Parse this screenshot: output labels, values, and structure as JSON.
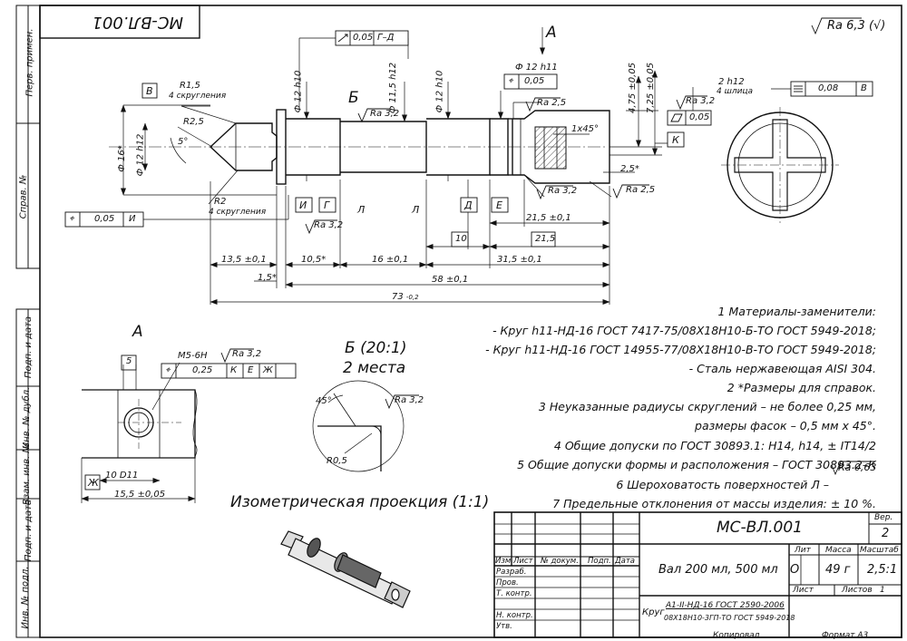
{
  "designation": "МС-ВЛ.001",
  "designation_rotated": "МС-ВЛ.001",
  "roughness_general": "Ra 6,3",
  "roughness_general_check": "(√)",
  "side_labels": [
    "Перв. примен.",
    "Справ. №",
    "Подп. и дата",
    "Инв. № дубл.",
    "Взам. инв. №",
    "Подп. и дата",
    "Инв. № подл."
  ],
  "views": {
    "section_a_arrow": "А",
    "detail_b_mark": "Б",
    "view_a_title": "А",
    "detail_b_title": "Б (20:1)",
    "detail_b_subtitle": "2 места",
    "isometric_title": "Изометрическая проекция (1:1)"
  },
  "dimensions": {
    "d_13_5": "13,5 ±0,1",
    "d_10_5": "10,5*",
    "d_16": "16 ±0,1",
    "d_31_5": "31,5 ±0,1",
    "d_58": "58 ±0,1",
    "d_73": "73",
    "d_73_tol": "-0,2",
    "d_1_5": "1,5*",
    "d_21_5_tol": "21,5 ±0,1",
    "d_21_5": "21,5",
    "d_10": "10",
    "d_phi16": "Ф 16*",
    "d_phi12_left": "Ф 12 h12",
    "d_phi12_h10_a": "Ф 12 h10",
    "d_phi11_5": "Ф 11,5 h12",
    "d_phi12_h10_b": "Ф 12 h10",
    "d_phi12_h11": "Ф 12 h11",
    "d_4_75": "4,75 ±0,05",
    "d_7_25": "7,25 ±0,05",
    "d_1x45": "1x45°",
    "d_2_5": "2,5*",
    "d_2h12": "2 h12",
    "d_4_slots": "4 шлица",
    "r1_5": "R1,5",
    "r1_5_note": "4 скругления",
    "r2_5": "R2,5",
    "r2": "R2",
    "r2_note": "4 скругления",
    "angle_5": "5°",
    "a_m5": "M5-6H",
    "a_5": "5",
    "a_10d11": "10 D11",
    "a_15_5": "15,5 ±0,05",
    "b_45": "45°",
    "b_r05": "R0,5"
  },
  "roughness": {
    "ra32": "Ra 3,2",
    "ra25": "Ra 2,5",
    "ra063": "Ra 0,63"
  },
  "frames": {
    "f_runout": "0,05",
    "f_runout_base": "Г–Д",
    "f_pos_b": "0,05",
    "f_pos_i": "0,05",
    "f_pos_i_base": "И",
    "f_sym": "0,08",
    "f_sym_base": "В",
    "f_par": "0,05",
    "f_pos_a": "0,25",
    "f_pos_a_bases": [
      "К",
      "Е",
      "Ж"
    ]
  },
  "bases": [
    "В",
    "И",
    "Г",
    "Л",
    "Л",
    "Д",
    "Е",
    "К",
    "Ж"
  ],
  "notes": [
    "1  Материалы-заменители:",
    "- Круг h11-НД-16 ГОСТ 7417-75/08Х18Н10-Б-ТО ГОСТ 5949-2018;",
    "- Круг h11-НД-16 ГОСТ 14955-77/08Х18Н10-В-ТО ГОСТ 5949-2018;",
    "- Сталь нержавеющая AISI 304.",
    "2  *Размеры для справок.",
    "3  Неуказанные радиусы скруглений – не более 0,25 мм,",
    "размеры фасок – 0,5 мм х 45°.",
    "4  Общие допуски по ГОСТ 30893.1: Н14, h14, ± IT14/2",
    "5  Общие допуски формы и расположения – ГОСТ 30893.2–К",
    "6  Шероховатость поверхностей Л –",
    "7  Предельные отклонения от массы изделия: ± 10 %."
  ],
  "title_block": {
    "designation": "МС-ВЛ.001",
    "name": "Вал 200 мл, 500 мл",
    "material_prefix": "Круг",
    "material_top": "А1-II-НД-16 ГОСТ 2590-2006",
    "material_bottom": "08Х18Н10-3ГП-ТО ГОСТ 5949-2018",
    "col_headers": [
      "Изм",
      "Лист",
      "№ докум.",
      "Подп.",
      "Дата"
    ],
    "rows": [
      "Разраб.",
      "Пров.",
      "Т. контр.",
      "",
      "Н. контр.",
      "Утв."
    ],
    "lit_label": "Лит",
    "mass_label": "Масса",
    "scale_label": "Масштаб",
    "lit_value": "О",
    "mass_value": "49 г",
    "scale_value": "2,5:1",
    "sheet_label": "Лист",
    "sheets_label": "Листов",
    "sheets_value": "1",
    "ver_label": "Вер.",
    "ver_value": "2",
    "copied": "Копировал",
    "format": "Формат   А3"
  }
}
